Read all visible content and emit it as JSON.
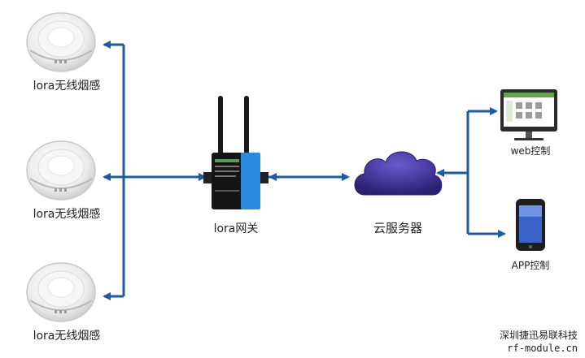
{
  "nodes": {
    "sensor_1": {
      "label": "lora无线烟感"
    },
    "sensor_2": {
      "label": "lora无线烟感"
    },
    "sensor_3": {
      "label": "lora无线烟感"
    },
    "gateway": {
      "label": "lora网关"
    },
    "cloud": {
      "label": "云服务器"
    },
    "web": {
      "label": "web控制"
    },
    "app": {
      "label": "APP控制"
    }
  },
  "watermark": {
    "company": "深圳捷迅易联科技",
    "site": "rf-module.cn"
  },
  "colors": {
    "arrow": "#1f5a9e",
    "cloud": "#3a2a8a",
    "gateway": "#1a1a1a",
    "gateway_accent": "#2a8ae0"
  }
}
